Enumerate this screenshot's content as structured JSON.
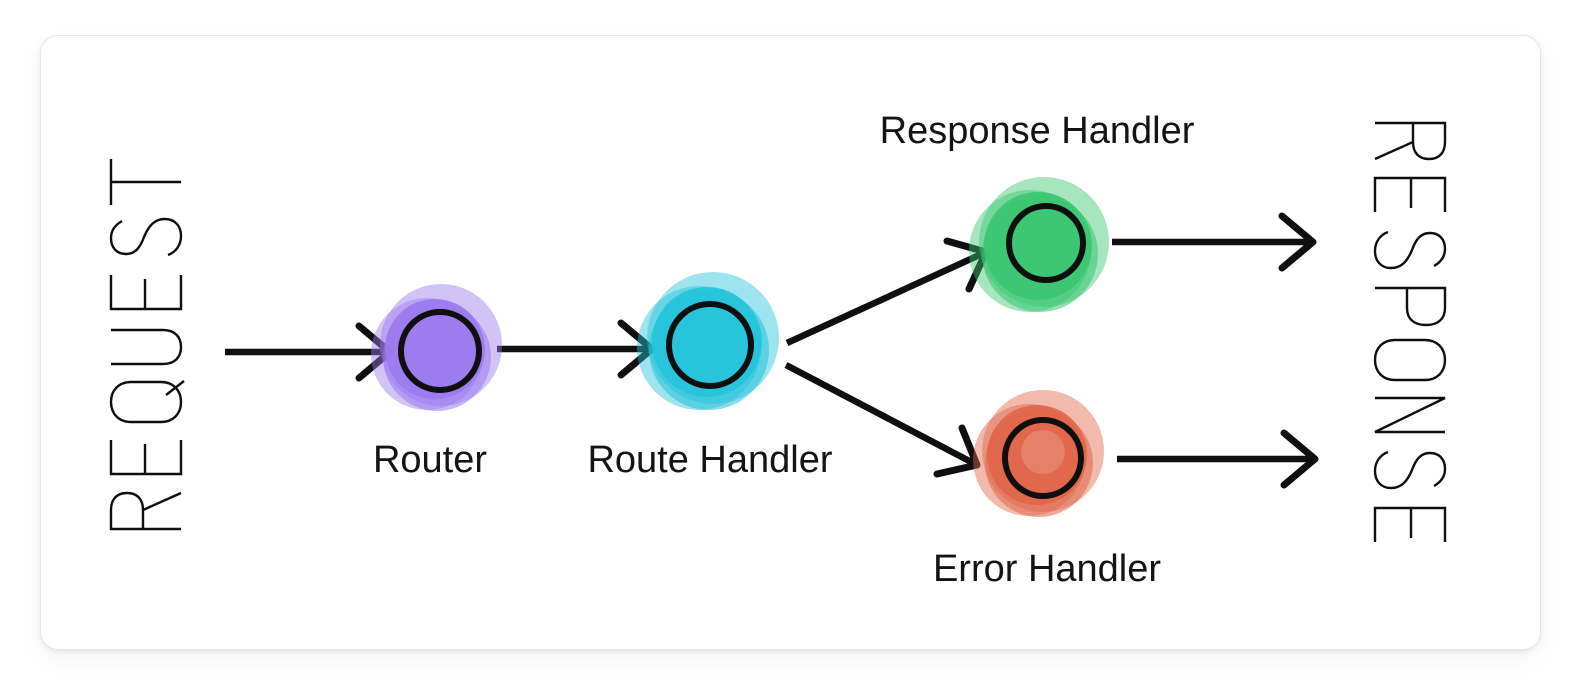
{
  "page": {
    "background_color": "#ffffff",
    "card_border_color": "#e7e7ea",
    "ink_color": "#0f0f0f",
    "label_color": "#141414"
  },
  "diagram": {
    "request_label": "REQUEST",
    "response_label": "RESPONSE",
    "nodes": [
      {
        "id": "router",
        "label": "Router",
        "color": "#9b7aee"
      },
      {
        "id": "route-handler",
        "label": "Route Handler",
        "color": "#25c3db"
      },
      {
        "id": "response-handler",
        "label": "Response Handler",
        "color": "#3bc672"
      },
      {
        "id": "error-handler",
        "label": "Error Handler",
        "color": "#e0664a"
      }
    ]
  }
}
